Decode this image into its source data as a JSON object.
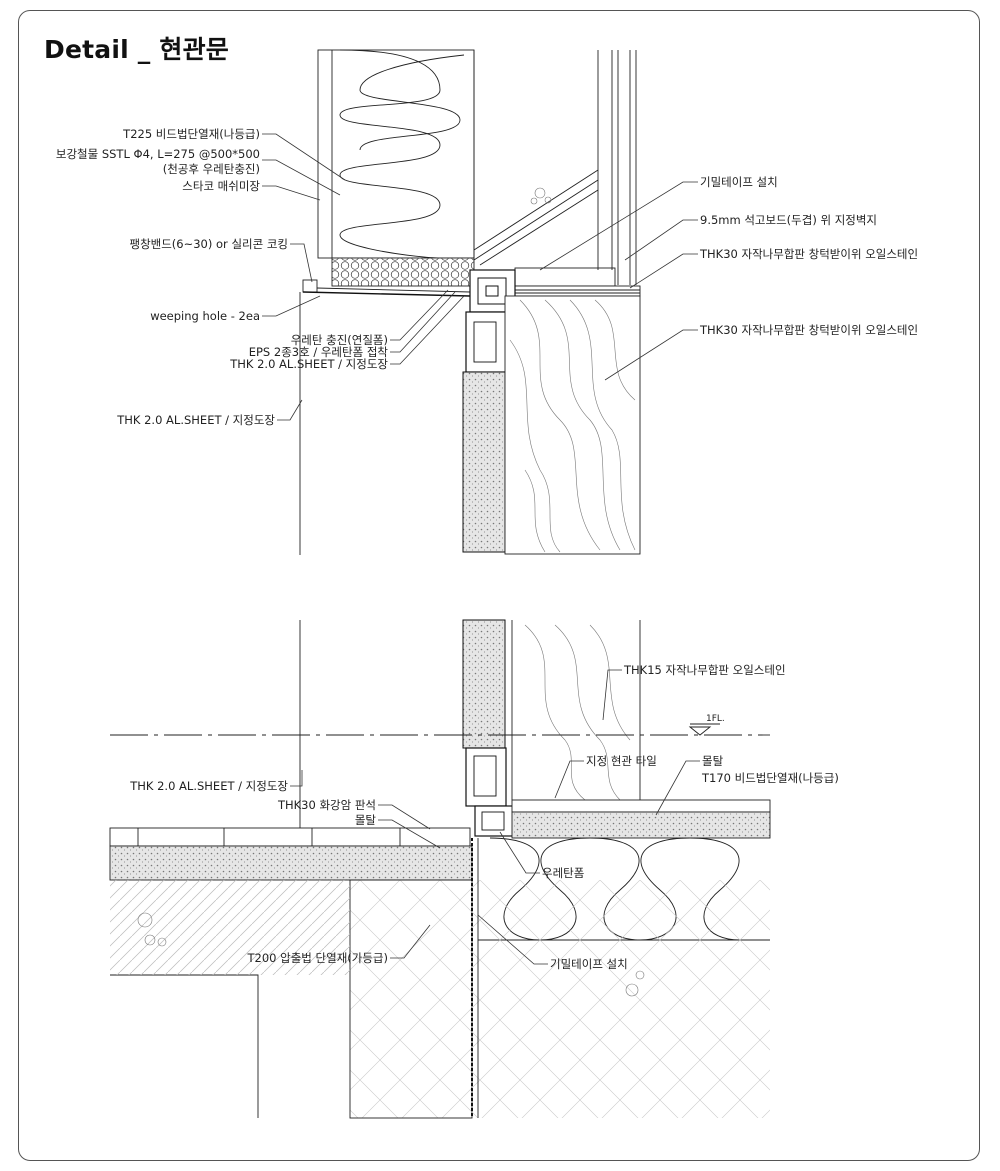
{
  "title": "Detail _ 현관문",
  "top_labels": [
    "T225 비드법단열재(나등급)",
    "보강철물 SSTL Φ4, L=275 @500*500",
    "(천공후 우레탄충진)",
    "스타코 매쉬미장",
    "팽창밴드(6~30) or 실리콘 코킹",
    "weeping hole - 2ea",
    "우레탄 충진(연질폼)",
    "EPS 2종3호 / 우레탄폼 접착",
    "THK 2.0 AL.SHEET / 지정도장",
    "THK 2.0 AL.SHEET / 지정도장",
    "기밀테이프 설치",
    "9.5mm 석고보드(두겹) 위 지정벽지",
    "THK30 자작나무합판 창턱받이위 오일스테인",
    "THK30 자작나무합판 창턱받이위 오일스테인"
  ],
  "bottom_labels": [
    "THK15 자작나무합판  오일스테인",
    "1FL.",
    "THK 2.0 AL.SHEET / 지정도장",
    "지정 현관 타일",
    "몰탈",
    "T170 비드법단열재(나등급)",
    "THK30 화강암 판석",
    "몰탈",
    "우레탄폼",
    "T200 압출법 단열재(가등급)",
    "기밀테이프 설치"
  ]
}
